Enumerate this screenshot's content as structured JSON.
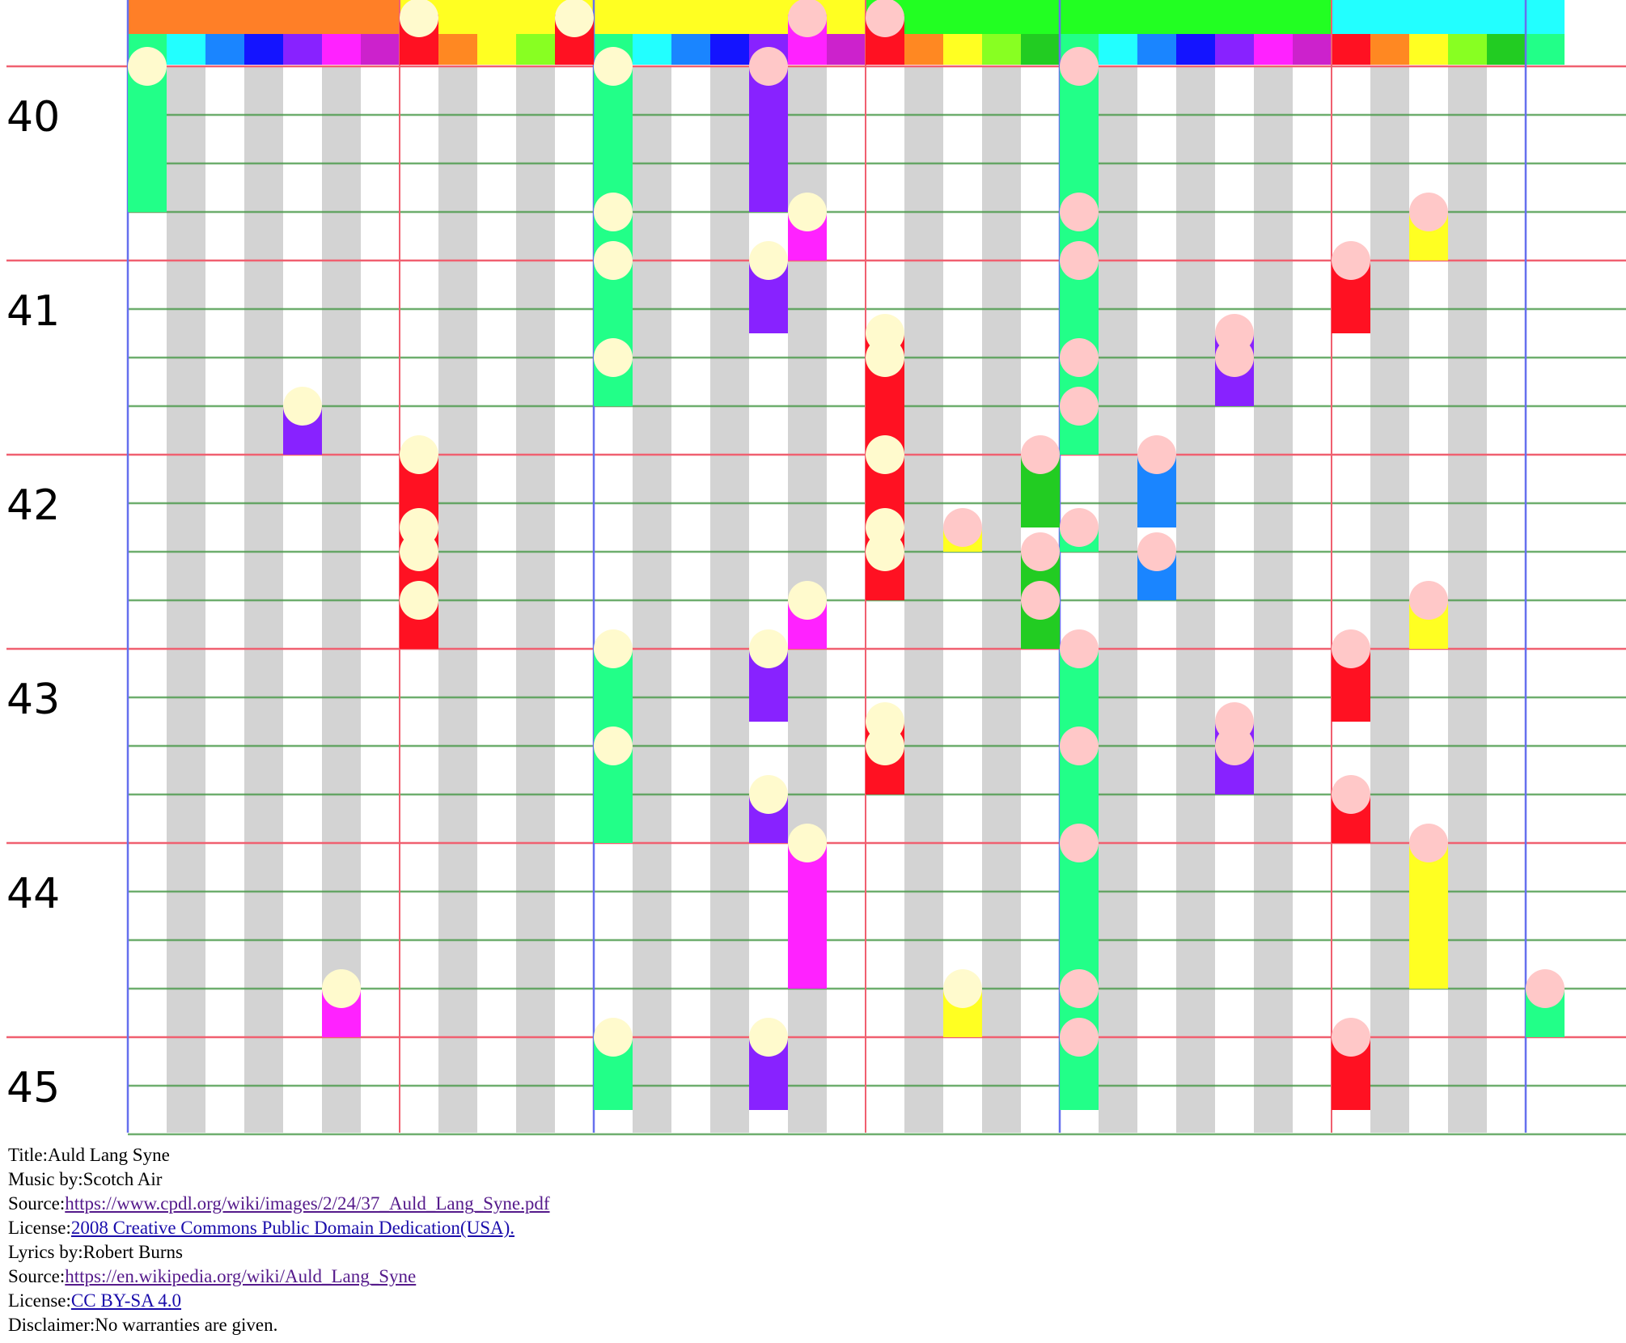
{
  "roll": {
    "measure_labels": [
      "40",
      "41",
      "42",
      "43",
      "44",
      "45"
    ],
    "keys": [
      "#22ff88",
      "#22ffff",
      "#1a85ff",
      "#1414ff",
      "#8822ff",
      "#ff22ff",
      "#cc22cc",
      "#ff1122",
      "#ff8822",
      "#ffff22",
      "#88ff22",
      "#22cc22"
    ],
    "white_key_fill": "#ffffff",
    "black_key_fill": "#d3d3d3",
    "black_key_pattern": [
      false,
      true,
      false,
      true,
      false,
      true,
      false,
      false,
      true,
      false,
      true,
      false
    ],
    "sections": [
      {
        "color": "#ff7f27"
      },
      {
        "color": "#ffff22"
      },
      {
        "color": "#ffff22"
      },
      {
        "color": "#22ff22"
      },
      {
        "color": "#22ff22"
      },
      {
        "color": "#22ffff"
      }
    ],
    "colors": {
      "measure_line": "#f06070",
      "beat_line": "#4a9a4a",
      "octave_line": "#6670ee",
      "head_light": "#fffacd",
      "head_pink": "#ffc8c8"
    },
    "notes": [
      {
        "col": 0,
        "start": 0,
        "len": 3,
        "heads": [
          0
        ],
        "head": "light"
      },
      {
        "col": 4,
        "start": 7,
        "len": 1,
        "heads": [
          7
        ],
        "head": "light"
      },
      {
        "col": 5,
        "start": 19,
        "len": 1,
        "heads": [
          19
        ],
        "head": "light"
      },
      {
        "col": 7,
        "start": 8,
        "len": 4,
        "heads": [
          8,
          9.5,
          10,
          11
        ],
        "head": "light"
      },
      {
        "col": 12,
        "start": 0,
        "len": 7,
        "heads": [
          0,
          3,
          4,
          6
        ],
        "head": "light"
      },
      {
        "col": 12,
        "start": 12,
        "len": 4,
        "heads": [
          12,
          14
        ],
        "head": "light"
      },
      {
        "col": 12,
        "start": 20,
        "len": 1.5,
        "heads": [
          20
        ],
        "head": "light"
      },
      {
        "col": 16,
        "start": 0,
        "len": 3,
        "heads": [
          0
        ],
        "head": "pink"
      },
      {
        "col": 16,
        "start": 4,
        "len": 1.5,
        "heads": [
          4
        ],
        "head": "light"
      },
      {
        "col": 16,
        "start": 12,
        "len": 1.5,
        "heads": [
          12
        ],
        "head": "light"
      },
      {
        "col": 16,
        "start": 15,
        "len": 1,
        "heads": [
          15
        ],
        "head": "light"
      },
      {
        "col": 16,
        "start": 20,
        "len": 1.5,
        "heads": [
          20
        ],
        "head": "light"
      },
      {
        "col": 17,
        "start": 3,
        "len": 1,
        "heads": [
          3
        ],
        "head": "light"
      },
      {
        "col": 17,
        "start": 11,
        "len": 1,
        "heads": [
          11
        ],
        "head": "light"
      },
      {
        "col": 17,
        "start": 16,
        "len": 3,
        "heads": [
          16
        ],
        "head": "light"
      },
      {
        "col": 19,
        "start": 5.5,
        "len": 5.5,
        "heads": [
          5.5,
          6,
          8,
          9.5,
          10
        ],
        "head": "light"
      },
      {
        "col": 19,
        "start": 13.5,
        "len": 1.5,
        "heads": [
          13.5,
          14
        ],
        "head": "light"
      },
      {
        "col": 21,
        "start": 9.5,
        "len": 0.5,
        "heads": [
          9.5
        ],
        "head": "pink"
      },
      {
        "col": 21,
        "start": 19,
        "len": 1,
        "heads": [
          19
        ],
        "head": "light"
      },
      {
        "col": 23,
        "start": 8,
        "len": 1.5,
        "heads": [
          8
        ],
        "head": "pink"
      },
      {
        "col": 23,
        "start": 10,
        "len": 2,
        "heads": [
          10,
          11
        ],
        "head": "pink"
      },
      {
        "col": 24,
        "start": 0,
        "len": 8,
        "heads": [
          0,
          3,
          4,
          6,
          7
        ],
        "head": "pink"
      },
      {
        "col": 24,
        "start": 9.5,
        "len": 0.5,
        "heads": [
          9.5
        ],
        "head": "pink"
      },
      {
        "col": 24,
        "start": 12,
        "len": 9.5,
        "heads": [
          12,
          14,
          16,
          19,
          20
        ],
        "head": "pink"
      },
      {
        "col": 26,
        "start": 8,
        "len": 1.5,
        "heads": [
          8
        ],
        "head": "pink"
      },
      {
        "col": 26,
        "start": 10,
        "len": 1,
        "heads": [
          10
        ],
        "head": "pink"
      },
      {
        "col": 28,
        "start": 5.5,
        "len": 1.5,
        "heads": [
          5.5,
          6
        ],
        "head": "pink"
      },
      {
        "col": 28,
        "start": 13.5,
        "len": 1.5,
        "heads": [
          13.5,
          14
        ],
        "head": "pink"
      },
      {
        "col": 31,
        "start": 4,
        "len": 1.5,
        "heads": [
          4
        ],
        "head": "pink"
      },
      {
        "col": 31,
        "start": 12,
        "len": 1.5,
        "heads": [
          12
        ],
        "head": "pink"
      },
      {
        "col": 31,
        "start": 15,
        "len": 1,
        "heads": [
          15
        ],
        "head": "pink"
      },
      {
        "col": 31,
        "start": 20,
        "len": 1.5,
        "heads": [
          20
        ],
        "head": "pink"
      },
      {
        "col": 33,
        "start": 3,
        "len": 1,
        "heads": [
          3
        ],
        "head": "pink"
      },
      {
        "col": 33,
        "start": 11,
        "len": 1,
        "heads": [
          11
        ],
        "head": "pink"
      },
      {
        "col": 33,
        "start": 16,
        "len": 3,
        "heads": [
          16
        ],
        "head": "pink"
      },
      {
        "col": 36,
        "start": 19,
        "len": 1,
        "heads": [
          19
        ],
        "head": "pink"
      }
    ],
    "header_heads": [
      {
        "col": 7,
        "head": "light"
      },
      {
        "col": 11,
        "head": "light"
      },
      {
        "col": 17,
        "head": "pink"
      },
      {
        "col": 19,
        "head": "pink"
      }
    ]
  },
  "info": {
    "title_label": "Title:",
    "title": "Auld Lang Syne",
    "music_label": "Music by:",
    "music": "Scotch Air",
    "source1_label": "Source:",
    "source1": "https://www.cpdl.org/wiki/images/2/24/37_Auld_Lang_Syne.pdf",
    "license1_label": "License:",
    "license1": "2008 Creative Commons Public Domain Dedication(USA).",
    "lyrics_label": "Lyrics by:",
    "lyrics": "Robert Burns",
    "source2_label": "Source:",
    "source2": "https://en.wikipedia.org/wiki/Auld_Lang_Syne",
    "license2_label": "License:",
    "license2": "CC BY-SA 4.0",
    "disclaimer_label": "Disclaimer:",
    "disclaimer": "No warranties are given."
  }
}
